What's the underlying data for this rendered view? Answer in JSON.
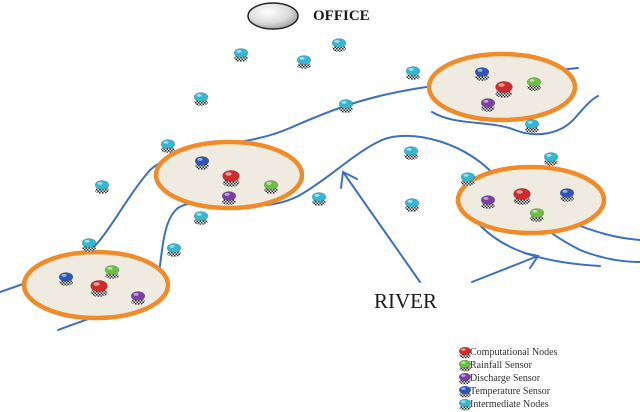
{
  "office": {
    "label": "OFFICE"
  },
  "river": {
    "label": "RIVER"
  },
  "legend": [
    {
      "label": "Computational Nodes",
      "color": "#d12a2a"
    },
    {
      "label": "Rainfall Sensor",
      "color": "#6fbd45"
    },
    {
      "label": "Discharge Sensor",
      "color": "#7b3fa6"
    },
    {
      "label": "Temperature Sensor",
      "color": "#2f55b8"
    },
    {
      "label": "Intermediate Nodes",
      "color": "#34b7d1"
    }
  ],
  "colors": {
    "cluster_fill": "#efebe0",
    "cluster_border": "#f08b2a",
    "river": "#3d6fbf"
  }
}
